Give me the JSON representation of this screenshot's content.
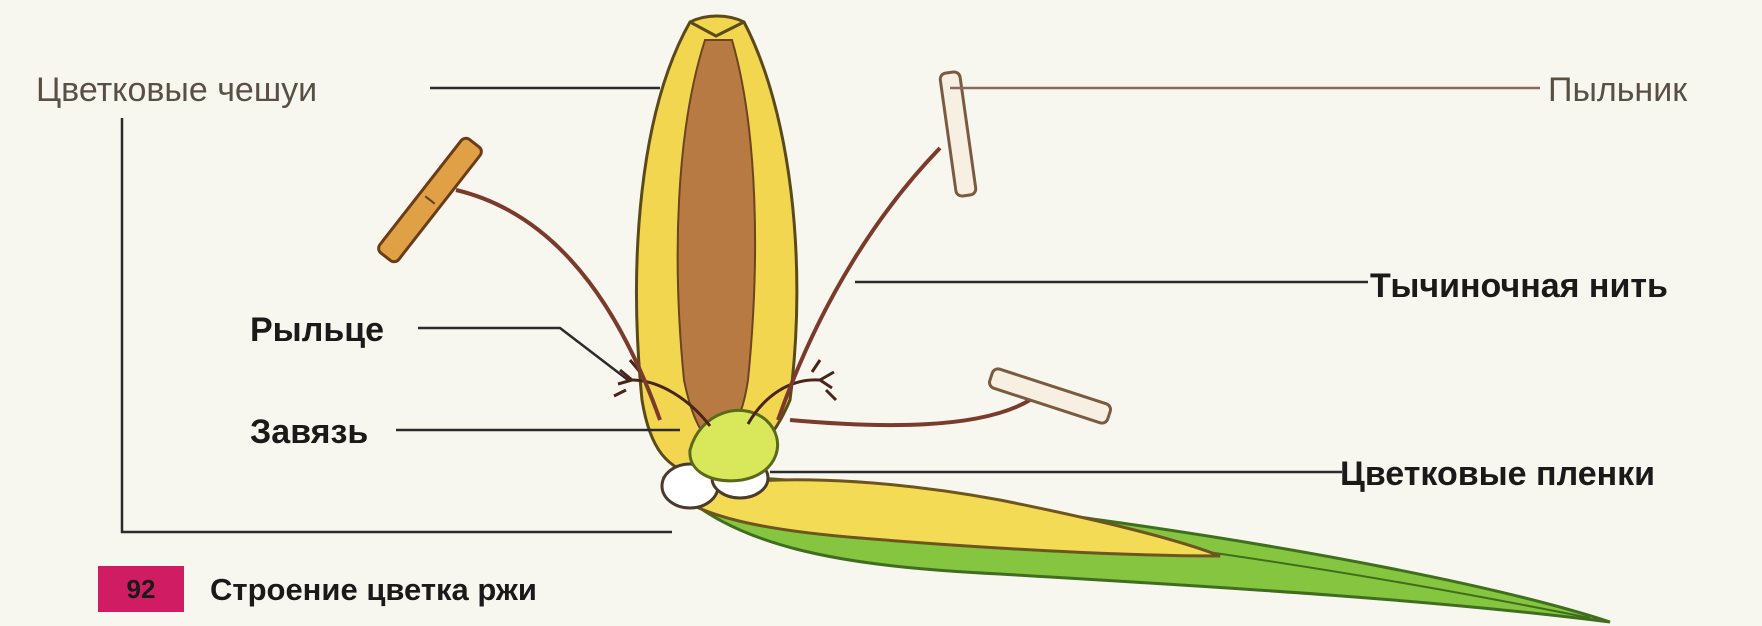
{
  "labels": {
    "glumes": "Цветковые чешуи",
    "anther": "Пыльник",
    "filament": "Тычиночная нить",
    "stigma": "Рыльце",
    "ovary": "Завязь",
    "lodicules": "Цветковые пленки"
  },
  "figure": {
    "number": "92",
    "caption": "Строение цветка ржи"
  },
  "colors": {
    "background": "#f8f7ef",
    "figure_badge": "#d01c63",
    "glume_outer": "#f0d24a",
    "glume_inner": "#b6743c",
    "lemma_green": "#7fbf3c",
    "anther": "#e0a046",
    "filament": "#7a3a2c"
  }
}
